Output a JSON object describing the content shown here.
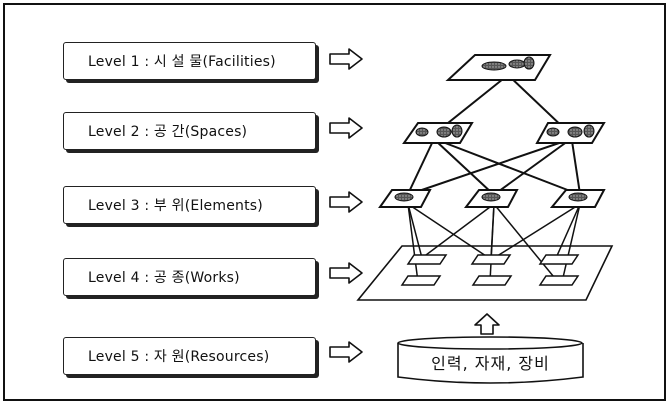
{
  "levels": [
    {
      "label": "Level 1 : 시 설 물(Facilities)"
    },
    {
      "label": "Level 2 : 공 간(Spaces)"
    },
    {
      "label": "Level 3 : 부 위(Elements)"
    },
    {
      "label": "Level 4 : 공 종(Works)"
    },
    {
      "label": "Level 5 : 자 원(Resources)"
    }
  ],
  "resources_label": "인력, 자재, 장비"
}
